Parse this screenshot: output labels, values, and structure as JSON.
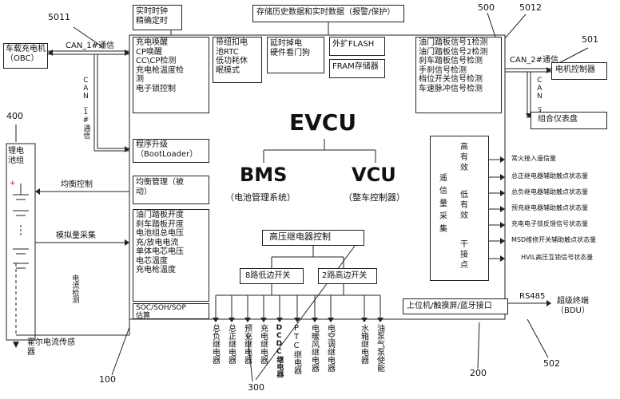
{
  "top": {
    "rtc_label": "实时时钟\n精确定时",
    "storage_label": "存储历史数据和实时数据（报警/保护）",
    "callout_5011": "5011",
    "callout_500": "500",
    "callout_5012": "5012",
    "callout_501": "501"
  },
  "left_external": {
    "obc_label": "车载充电机\n（OBC）",
    "can1_label": "CAN_1#通信",
    "can1_vertical": "CAN_1#通信",
    "callout_400": "400",
    "battery_label": "锂电\n池组",
    "balance_label": "均衡控制",
    "analog_label": "模拟量采集",
    "current_detect": "电流检测",
    "hall_sensor": "霍尔电流传感\n器",
    "callout_100": "100"
  },
  "evcu": {
    "title": "EVCU",
    "bms": "BMS",
    "bms_sub": "（电池管理系统）",
    "vcu": "VCU",
    "vcu_sub": "（整车控制器）",
    "box_charge": "充电唤醒\nCP唤醒\nCC\\CP检测\n充电枪温度检\n测\n电子锁控制",
    "box_rtc": "带纽扣电\n池RTC\n低功耗休\n眠模式",
    "box_powerloss": "延时掉电\n硬件看门狗",
    "box_flash": "外扩FLASH",
    "box_fram": "FRAM存储器",
    "box_inputs": "油门踏板信号1检测\n油门踏板信号2检测\n刹车踏板信号检测\n手刹信号检测\n档位开关信号检测\n车速脉冲信号检测",
    "box_bootloader": "程序升级\n（BootLoader）",
    "box_balance_mgmt": "均衡管理（被\n动）",
    "box_analog": "油门踏板开度\n刹车踏板开度\n电池组总电压\n充/放电电流\n单体电芯电压\n电芯温度\n充电枪温度",
    "box_soc": "SOC/SOH/SOP\n估算",
    "box_hv_relay": "高压继电器控制",
    "box_low_side": "8路低边开关",
    "box_high_side": "2路高边开关",
    "box_comm": "上位机/触摸屏/蓝牙接口",
    "remote_signal": {
      "title": "遥\n信\n量\n采\n集",
      "hi": "高\n有\n效",
      "lo": "低\n有\n效",
      "dry": "干\n接\n点"
    }
  },
  "right_external": {
    "can2_label": "CAN_2#通信",
    "motor_ctrl": "电机控制器",
    "can3_vertical": "CAN_3#",
    "instrument": "组合仪表盘",
    "signals": [
      "常火接入遥信量",
      "总正继电器辅助触点状态量",
      "总负继电器辅助触点状态量",
      "预充继电器辅助触点状态量",
      "充电电子锁反馈信号状态量",
      "MSD维修开关辅助触点状态量",
      "HVIL高压互锁信号状态量"
    ],
    "rs485": "RS485",
    "bdu": "超级终端\n（BDU）",
    "callout_502": "502"
  },
  "outputs": {
    "items": [
      "总负继电器",
      "总正继电器",
      "预充继电器",
      "充电继电器",
      "DCDC继电器",
      "PTC继电器",
      "电暖风继电器",
      "电空调继电器",
      "水箱继电器",
      "油泵气泵使能"
    ],
    "callout_300": "300",
    "callout_200": "200"
  }
}
